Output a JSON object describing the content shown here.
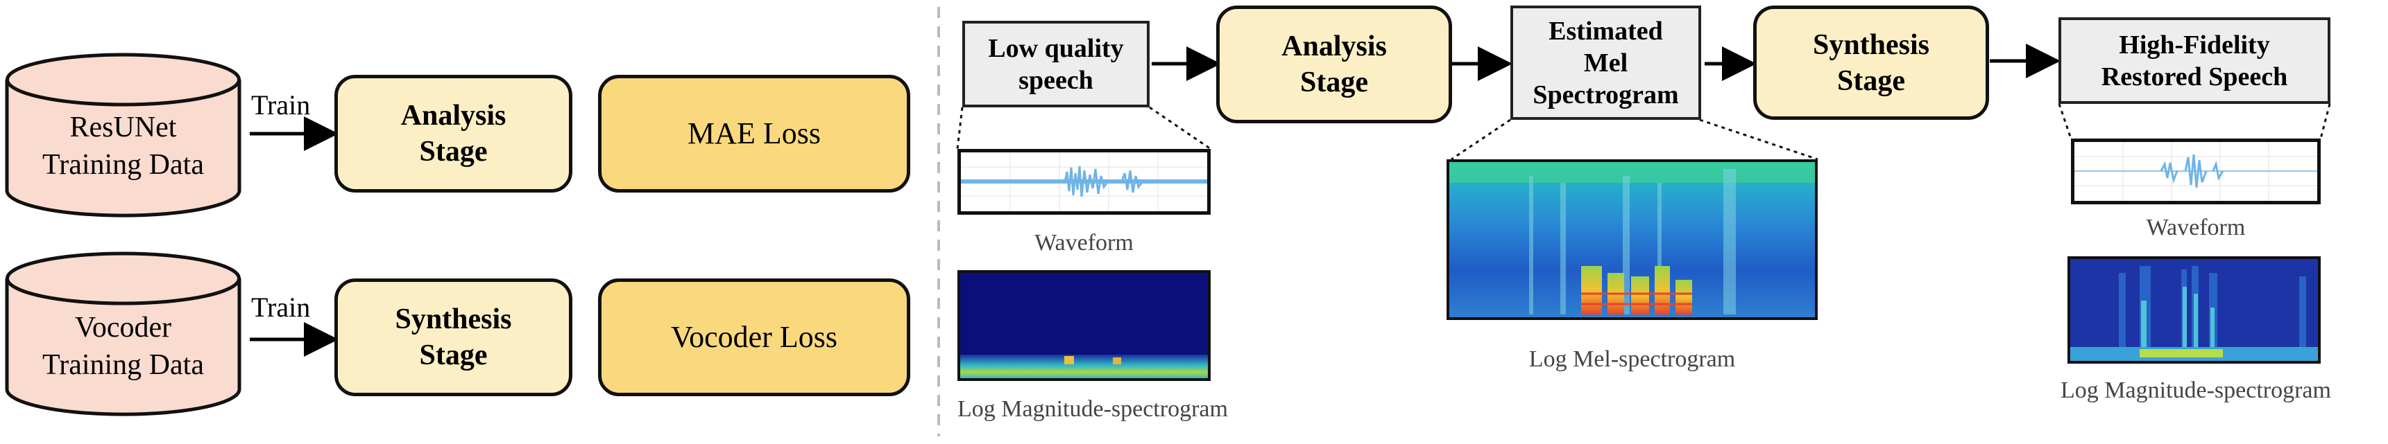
{
  "training": {
    "rows": [
      {
        "data_line1": "ResUNet",
        "data_line2": "Training Data",
        "train_label": "Train",
        "stage_line1": "Analysis",
        "stage_line2": "Stage",
        "loss_label": "MAE Loss"
      },
      {
        "data_line1": "Vocoder",
        "data_line2": "Training Data",
        "train_label": "Train",
        "stage_line1": "Synthesis",
        "stage_line2": "Stage",
        "loss_label": "Vocoder Loss"
      }
    ]
  },
  "pipeline": {
    "input": {
      "line1": "Low quality",
      "line2": "speech"
    },
    "analysis": {
      "line1": "Analysis",
      "line2": "Stage"
    },
    "mel": {
      "line1": "Estimated",
      "line2": "Mel",
      "line3": "Spectrogram"
    },
    "synthesis": {
      "line1": "Synthesis",
      "line2": "Stage"
    },
    "output": {
      "line1": "High-Fidelity",
      "line2": "Restored Speech"
    }
  },
  "captions": {
    "input_waveform": "Waveform",
    "input_spectrogram": "Log Magnitude-spectrogram",
    "mel_spectrogram": "Log Mel-spectrogram",
    "output_waveform": "Waveform",
    "output_spectrogram": "Log Magnitude-spectrogram"
  },
  "colors": {
    "cylinder_fill": "#fadbd0",
    "stage_fill": "#fcefc6",
    "loss_fill": "#fad97e",
    "grey_box_fill": "#ededed",
    "waveform": "#6fb4e6"
  }
}
